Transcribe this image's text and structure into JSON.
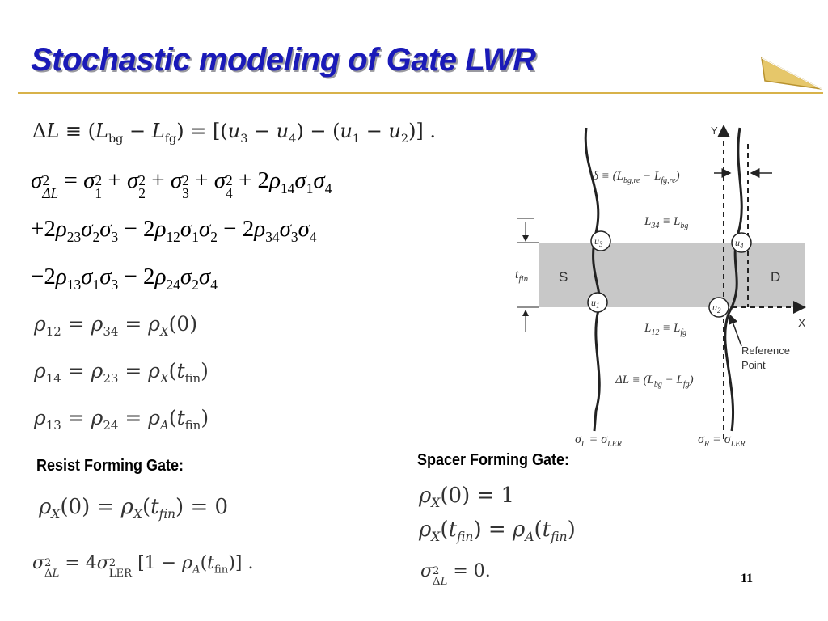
{
  "slide": {
    "title": "Stochastic modeling of Gate LWR",
    "page_number": "11"
  },
  "labels": {
    "resist_forming_gate": "Resist Forming Gate:",
    "spacer_forming_gate": "Spacer Forming Gate:"
  },
  "diagram": {
    "axis_y": "Y",
    "axis_x": "X",
    "source": "S",
    "drain": "D",
    "reference_point_line1": "Reference",
    "reference_point_line2": "Point",
    "t_fin": "t",
    "t_fin_sub": "fin",
    "u1": "u",
    "u2": "u",
    "u3": "u",
    "u4": "u",
    "delta_def": "δ ≡ (L",
    "L34": "L",
    "L12": "L",
    "deltaL_def": "ΔL ≡ (L",
    "sigma_L": "σ",
    "sigma_R": "σ"
  },
  "colors": {
    "title": "#1a1ab8",
    "title_rule": "#d8b24a",
    "fin_band": "#c8c8c8"
  }
}
